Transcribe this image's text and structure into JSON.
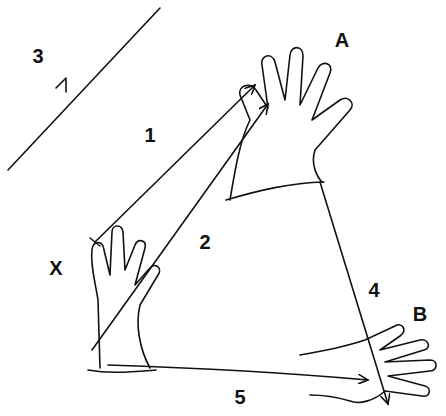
{
  "diagram": {
    "labels": [
      "3",
      "A",
      "1",
      "2",
      "X",
      "4",
      "B",
      "5"
    ]
  }
}
